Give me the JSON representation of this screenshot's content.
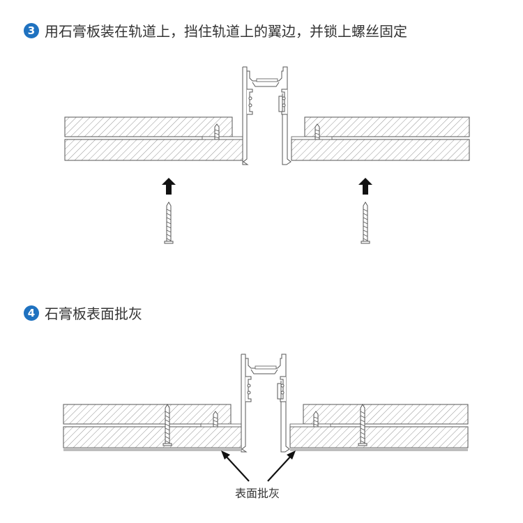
{
  "steps": [
    {
      "number": "3",
      "title": "用石膏板装在轨道上，挡住轨道上的翼边，并锁上螺丝固定"
    },
    {
      "number": "4",
      "title": "石膏板表面批灰"
    }
  ],
  "annotation": "表面批灰",
  "colors": {
    "accent": "#1f72c0",
    "line": "#555555",
    "putty": "#bdbdbd"
  }
}
